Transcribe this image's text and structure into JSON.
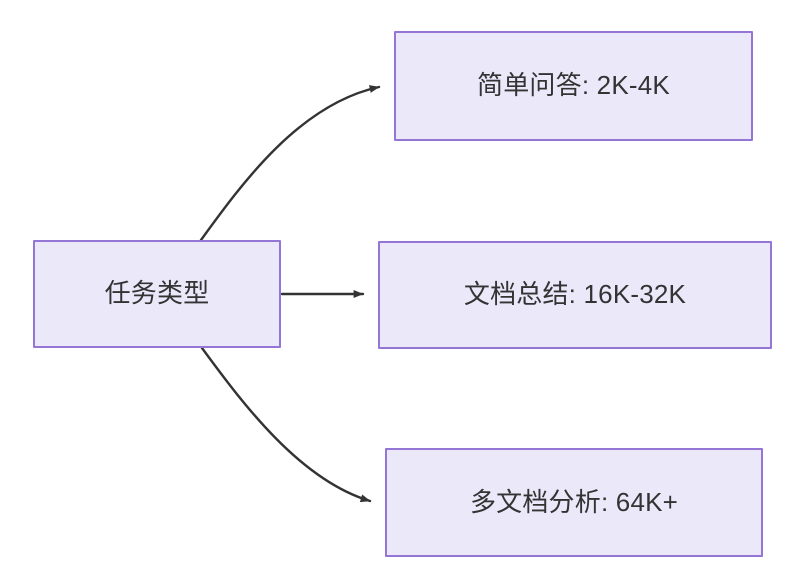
{
  "diagram": {
    "type": "flowchart",
    "direction": "left-to-right",
    "background_color": "#ffffff",
    "node_fill_color": "#ebe8fa",
    "node_border_color": "#9575d6",
    "node_text_color": "#333333",
    "edge_color": "#333333",
    "nodes": [
      {
        "id": "root",
        "label": "任务类型",
        "role": "source"
      },
      {
        "id": "simple-qa",
        "label": "简单问答: 2K-4K",
        "role": "target"
      },
      {
        "id": "doc-summary",
        "label": "文档总结: 16K-32K",
        "role": "target"
      },
      {
        "id": "multi-doc",
        "label": "多文档分析: 64K+",
        "role": "target"
      }
    ],
    "edges": [
      {
        "id": "edge-root-simple-qa",
        "from": "root",
        "to": "simple-qa",
        "style": "curved",
        "arrow": "solid-triangle"
      },
      {
        "id": "edge-root-doc-summary",
        "from": "root",
        "to": "doc-summary",
        "style": "straight",
        "arrow": "solid-triangle"
      },
      {
        "id": "edge-root-multi-doc",
        "from": "root",
        "to": "multi-doc",
        "style": "curved",
        "arrow": "solid-triangle"
      }
    ]
  }
}
